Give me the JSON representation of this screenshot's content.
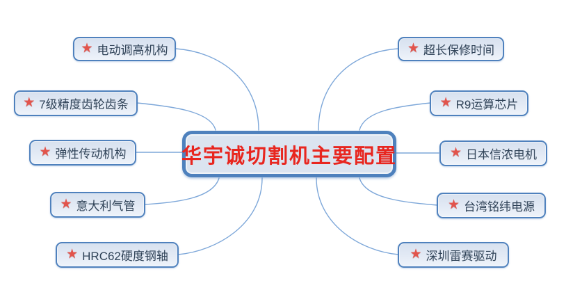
{
  "diagram": {
    "center": {
      "label": "华宇诚切割机主要配置"
    },
    "left_nodes": [
      {
        "label": "电动调高机构"
      },
      {
        "label": "7级精度齿轮齿条"
      },
      {
        "label": "弹性传动机构"
      },
      {
        "label": "意大利气管"
      },
      {
        "label": "HRC62硬度钢轴"
      }
    ],
    "right_nodes": [
      {
        "label": "超长保修时间"
      },
      {
        "label": "R9运算芯片"
      },
      {
        "label": "日本信浓电机"
      },
      {
        "label": "台湾铭纬电源"
      },
      {
        "label": "深圳雷赛驱动"
      }
    ],
    "icons": {
      "star": "★"
    },
    "colors": {
      "node_border": "#4f81bd",
      "node_fill": "#dce6f2",
      "connector": "#7da7d9",
      "star": "#e2544c",
      "node_text": "#304358",
      "center_text": "#e8261f",
      "center_border": "#4e81bd",
      "center_fill": "#dbe4f0"
    }
  }
}
